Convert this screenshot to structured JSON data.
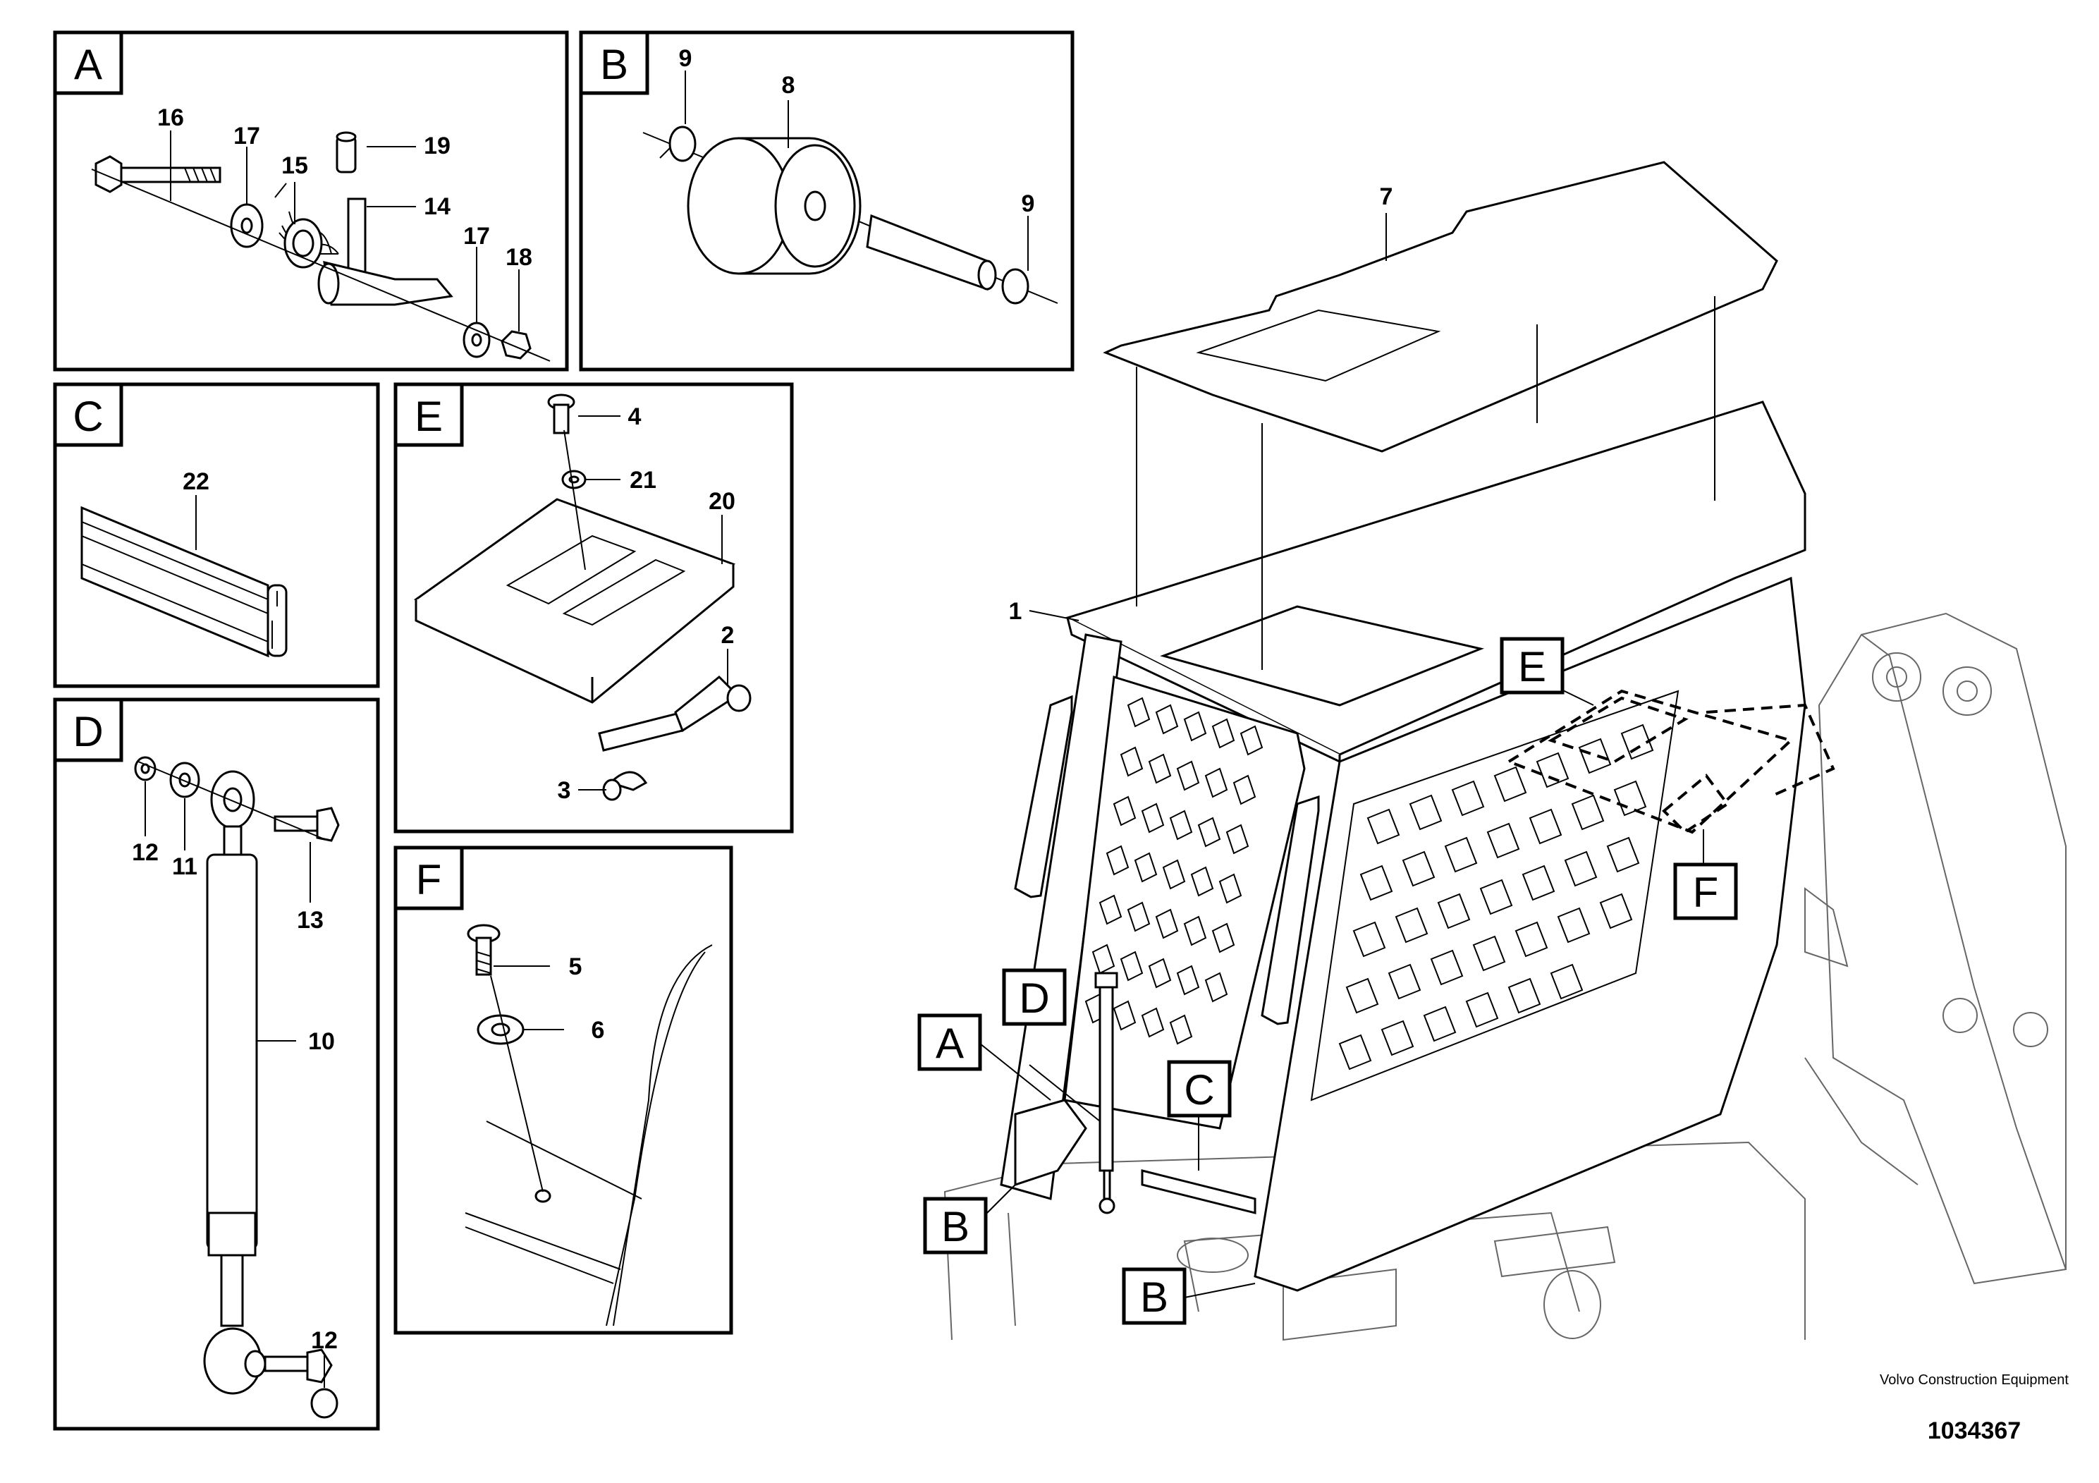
{
  "panels": {
    "A": {
      "letter": "A",
      "callouts": [
        "16",
        "17",
        "15",
        "19",
        "14",
        "17",
        "18"
      ]
    },
    "B": {
      "letter": "B",
      "callouts": [
        "9",
        "8",
        "9"
      ]
    },
    "C": {
      "letter": "C",
      "callouts": [
        "22"
      ]
    },
    "D": {
      "letter": "D",
      "callouts": [
        "12",
        "11",
        "13",
        "10",
        "12"
      ]
    },
    "E": {
      "letter": "E",
      "callouts": [
        "4",
        "21",
        "20",
        "2",
        "3"
      ]
    },
    "F": {
      "letter": "F",
      "callouts": [
        "5",
        "6"
      ]
    }
  },
  "main": {
    "callouts": [
      "7",
      "1"
    ],
    "tags": [
      "E",
      "F",
      "D",
      "A",
      "C",
      "B",
      "B"
    ]
  },
  "footer": {
    "brand": "Volvo Construction Equipment",
    "drawing_number": "1034367"
  }
}
